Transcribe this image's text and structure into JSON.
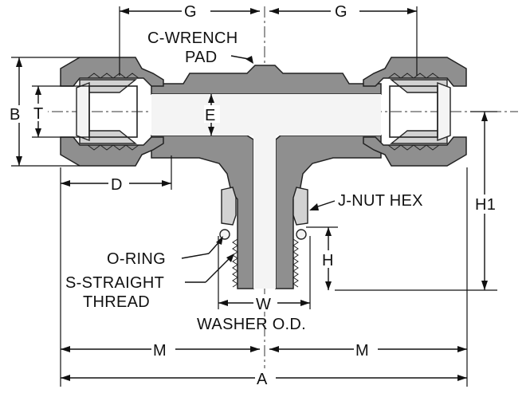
{
  "labels": {
    "g_left": "G",
    "g_right": "G",
    "c_wrench_line1": "C-WRENCH",
    "c_wrench_line2": "PAD",
    "b": "B",
    "t": "T",
    "e": "E",
    "d": "D",
    "j_nut_hex": "J-NUT HEX",
    "h1": "H1",
    "h": "H",
    "o_ring": "O-RING",
    "s_straight_line1": "S-STRAIGHT",
    "s_straight_line2": "THREAD",
    "w": "W",
    "washer_od": "WASHER O.D.",
    "m_left": "M",
    "m_right": "M",
    "a": "A"
  }
}
